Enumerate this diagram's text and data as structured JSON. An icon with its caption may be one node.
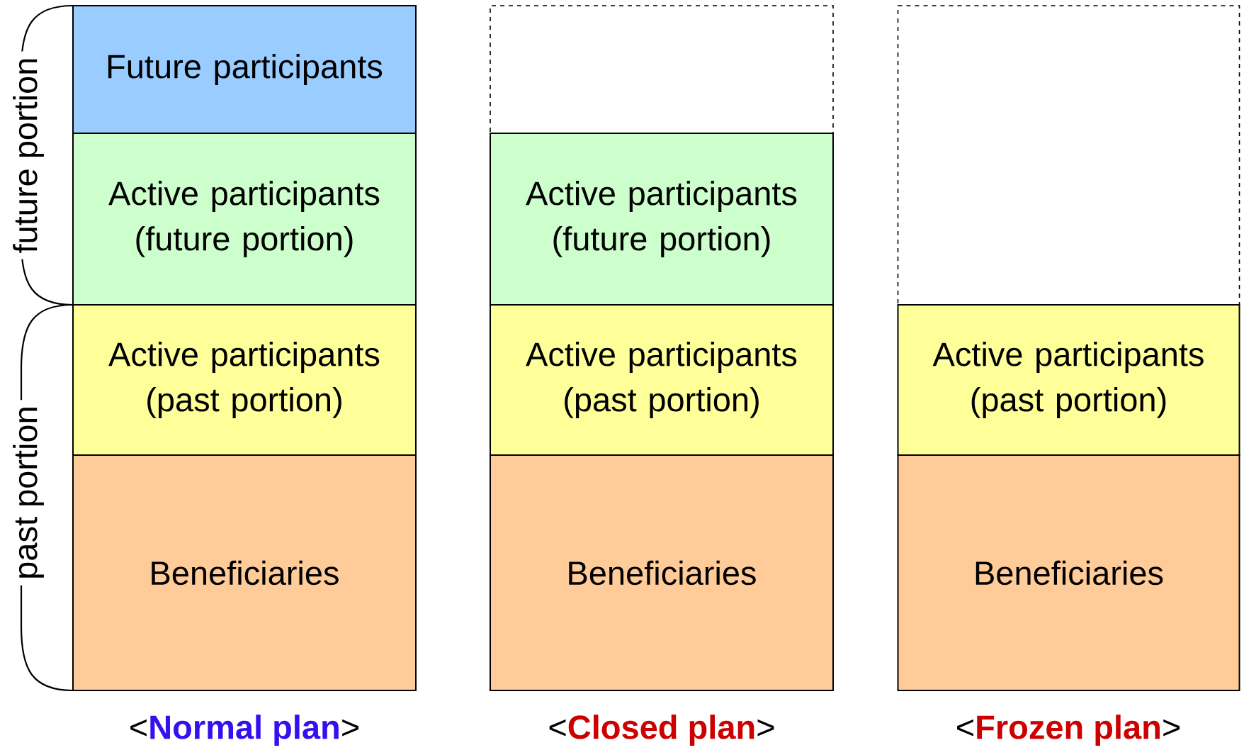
{
  "diagram": {
    "nodes": [
      {
        "text": [
          "Future participants"
        ]
      },
      {
        "text": [
          "Active participants (future portion)"
        ]
      },
      {
        "text": [
          "Active participants (past portion)"
        ]
      },
      {
        "text": [
          "Beneficiaries"
        ]
      },
      {
        "text": [],
        "shape": "box"
      },
      {
        "text": [
          "Active participants (future portion)"
        ]
      },
      {
        "text": [
          "Active participants (past portion)"
        ]
      },
      {
        "text": [
          "Beneficiaries"
        ]
      },
      {
        "text": [],
        "shape": "box"
      },
      {
        "text": [
          "Active participants (past portion)"
        ]
      },
      {
        "text": [
          "Beneficiaries"
        ]
      }
    ],
    "labels": [
      "future portion",
      "past portion",
      "<**Normal plan**>",
      "<**Closed plan**>",
      "<**Frozen plan**>"
    ]
  }
}
